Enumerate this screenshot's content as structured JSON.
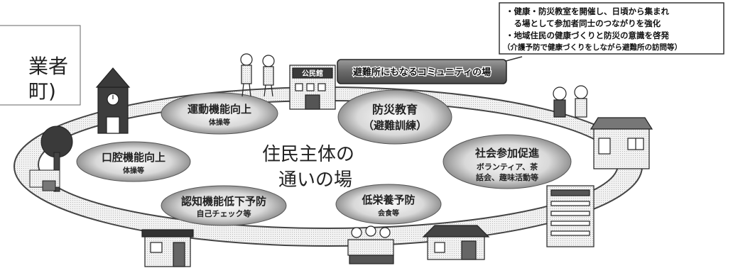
{
  "left_box": {
    "line1": "業者",
    "line2": "町)"
  },
  "note_box": {
    "lines": [
      "・健康・防災教室を開催し、日頃から集まれ",
      "　る場として参加者同士のつながりを強化",
      "・地域住民の健康づくりと防災の意識を啓発",
      "（介護予防で健康づくりをしながら避難所の訪問等）"
    ]
  },
  "community_banner": "避難所にもなるコミュニティの場",
  "hall_sign": "公民館",
  "center": {
    "line1": "住民主体の",
    "line2": "通いの場"
  },
  "activities": [
    {
      "main": "運動機能向上",
      "sub": "体操等"
    },
    {
      "main": "防災教育",
      "sub": "（避難訓練）"
    },
    {
      "main": "口腔機能向上",
      "sub": "体操等"
    },
    {
      "main": "社会参加促進",
      "sub": "ボランティア、茶",
      "sub2": "話会、趣味活動等"
    },
    {
      "main": "認知機能低下予防",
      "sub": "自己チェック等"
    },
    {
      "main": "低栄養予防",
      "sub": "会食等"
    }
  ],
  "colors": {
    "ring": "#e8e8e8",
    "ring_stroke": "#444444",
    "banner_fill": "#555555",
    "pill_dark": "#6f6f6f",
    "pill_light": "#f5f5f5"
  }
}
